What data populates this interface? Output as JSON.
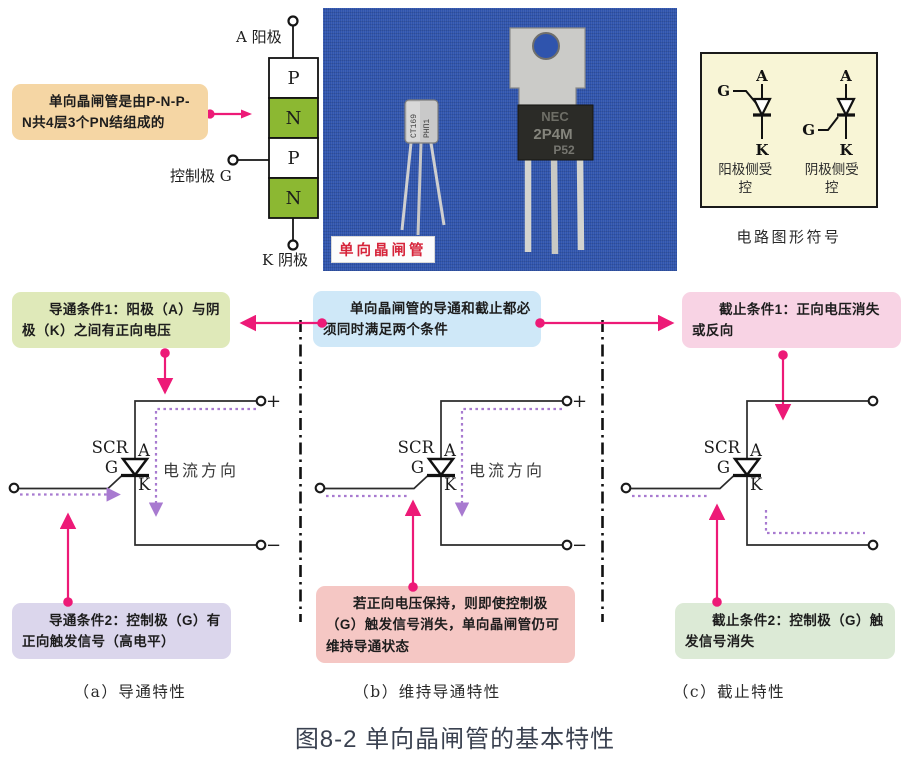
{
  "figure_caption": "图8-2 单向晶闸管的基本特性",
  "colors": {
    "accent_magenta": "#ed1a77",
    "trigger_purple": "#a87ad0",
    "layer_green": "#8cb832",
    "photo_blue": "#2f54ad",
    "box_green": "#dfe9b9",
    "box_blue": "#cfe8f8",
    "box_pink": "#f8d3e4",
    "box_purple": "#dbd6ec",
    "box_red": "#f5c7c4",
    "box_mint": "#dcead6",
    "box_orange": "#f5d6a4",
    "box_yellow": "#f8f5d6"
  },
  "structure": {
    "callout": "单向晶闸管是由P-N-P-N共4层3个PN结组成的",
    "anode_label": "A 阳极",
    "gate_label": "控制极 G",
    "cathode_label": "K 阴极",
    "layers": [
      "P",
      "N",
      "P",
      "N"
    ]
  },
  "photo": {
    "label": "单向晶闸管",
    "small_marking_1": "CT169",
    "small_marking_2": "PHП1",
    "large_marking_1": "NEC",
    "large_marking_2": "2P4M",
    "large_marking_3": "P52"
  },
  "symbols": {
    "caption": "电路图形符号",
    "anode_side": {
      "a": "A",
      "g": "G",
      "k": "K",
      "label": "阳极侧受控"
    },
    "cathode_side": {
      "a": "A",
      "g": "G",
      "k": "K",
      "label": "阴极侧受控"
    }
  },
  "callouts": {
    "turn_on_1": "导通条件1：阳极（A）与阴极（K）之间有正向电压",
    "both": "单向晶闸管的导通和截止都必须同时满足两个条件",
    "turn_off_1": "截止条件1：正向电压消失或反向",
    "turn_on_2": "导通条件2：控制极（G）有正向触发信号（高电平）",
    "hold_on": "若正向电压保持，则即使控制极（G）触发信号消失，单向晶闸管仍可维持导通状态",
    "turn_off_2": "截止条件2：控制极（G）触发信号消失"
  },
  "circuits": {
    "a": {
      "scr": "SCR",
      "a": "A",
      "g": "G",
      "k": "K",
      "plus": "+",
      "minus": "−",
      "current": "电流方向",
      "caption": "（a）导通特性"
    },
    "b": {
      "scr": "SCR",
      "a": "A",
      "g": "G",
      "k": "K",
      "plus": "+",
      "minus": "−",
      "current": "电流方向",
      "caption": "（b）维持导通特性"
    },
    "c": {
      "scr": "SCR",
      "a": "A",
      "g": "G",
      "k": "K",
      "caption": "（c）截止特性"
    }
  }
}
